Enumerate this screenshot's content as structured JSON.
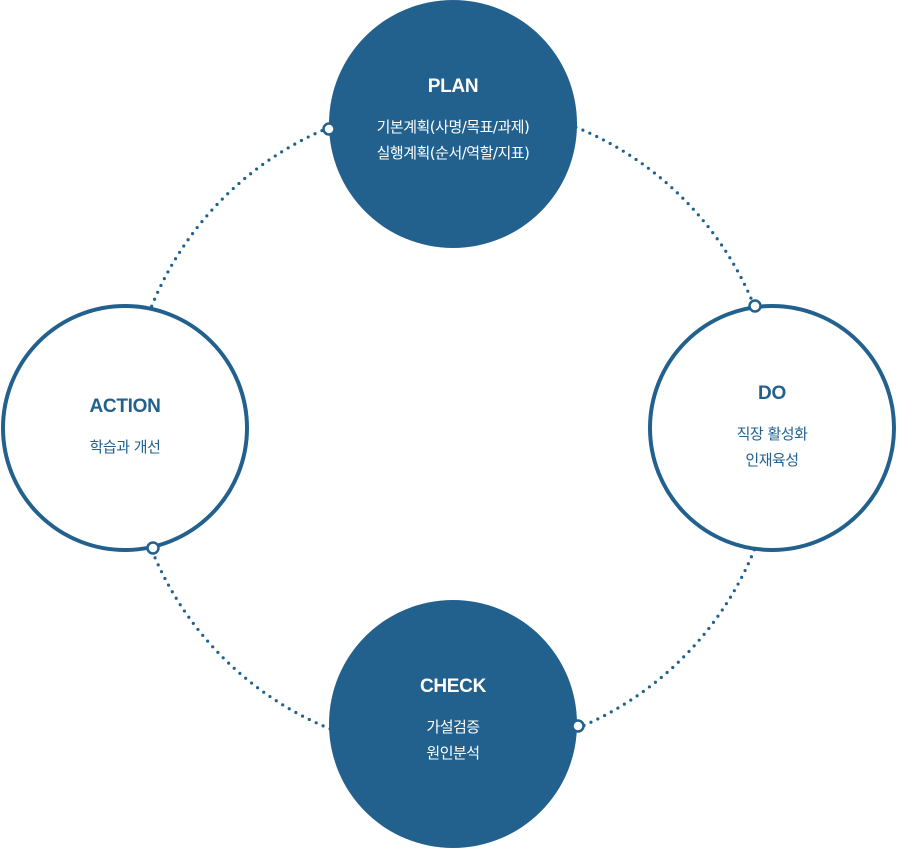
{
  "diagram": {
    "type": "PDCA cycle",
    "colors": {
      "primary": "#22618e",
      "background": "#ffffff"
    },
    "nodes": [
      {
        "id": "plan",
        "title": "PLAN",
        "lines": [
          "기본계획(사명/목표/과제)",
          "실행계획(순서/역할/지표)"
        ],
        "style": "filled"
      },
      {
        "id": "do",
        "title": "DO",
        "lines": [
          "직장 활성화",
          "인재육성"
        ],
        "style": "outline"
      },
      {
        "id": "check",
        "title": "CHECK",
        "lines": [
          "가설검증",
          "원인분석"
        ],
        "style": "filled"
      },
      {
        "id": "action",
        "title": "ACTION",
        "lines": [
          "학습과 개선"
        ],
        "style": "outline"
      }
    ],
    "connectors": [
      {
        "from": "plan",
        "to": "do"
      },
      {
        "from": "do",
        "to": "check"
      },
      {
        "from": "check",
        "to": "action"
      },
      {
        "from": "action",
        "to": "plan"
      }
    ]
  }
}
